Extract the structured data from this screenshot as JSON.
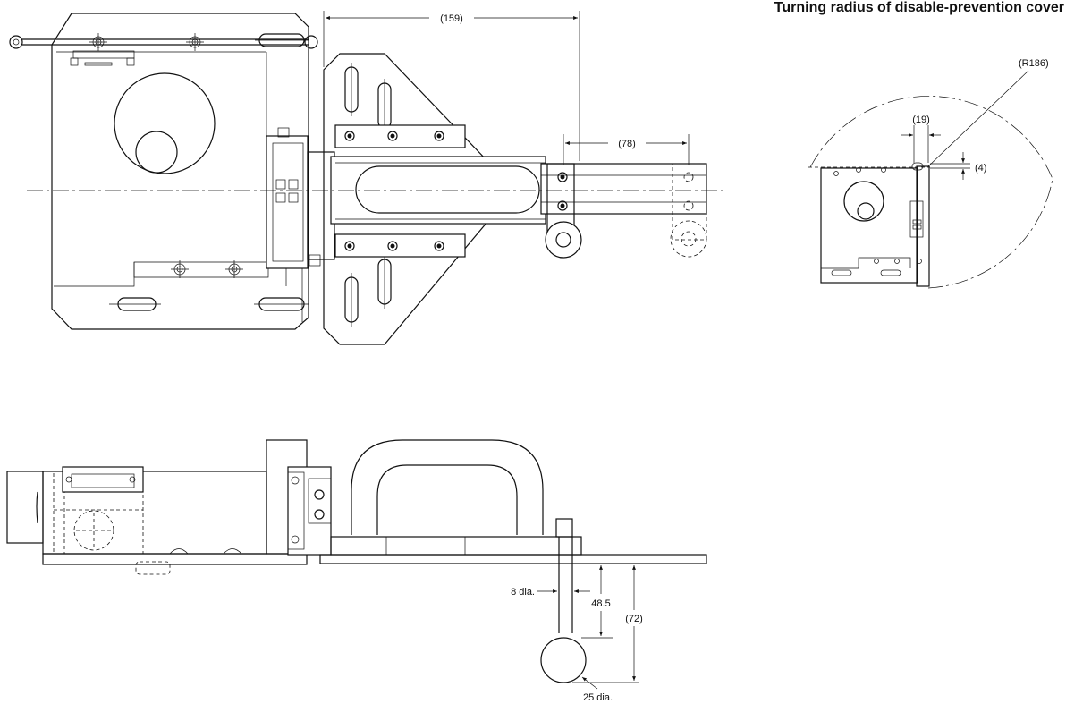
{
  "title": "Turning radius of disable-prevention cover",
  "dimensions": {
    "d159": "(159)",
    "d78": "(78)",
    "r186": "(R186)",
    "d19": "(19)",
    "d4": "(4)",
    "dia8": "8 dia.",
    "d48_5": "48.5",
    "d72": "(72)",
    "dia25": "25 dia."
  }
}
